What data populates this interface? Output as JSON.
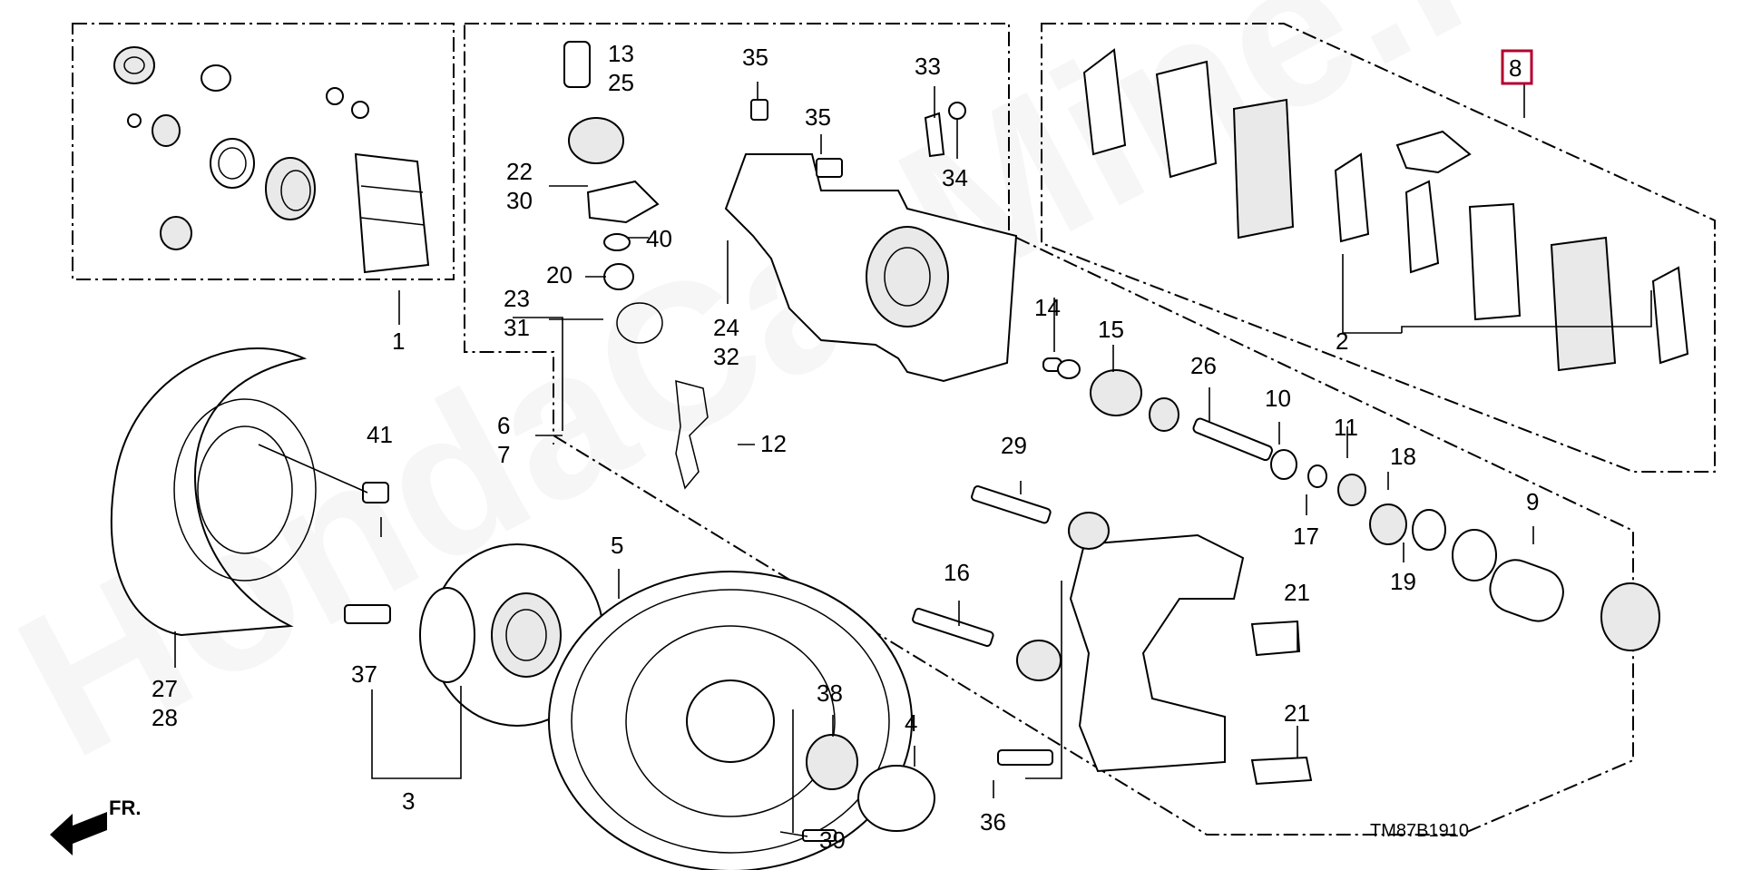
{
  "watermark": "HondaCarMine.ru",
  "diagram_code": "TM87B1910",
  "direction_label": "FR.",
  "highlighted_part": "8",
  "part_labels": {
    "p1": "1",
    "p2": "2",
    "p3": "3",
    "p4": "4",
    "p5": "5",
    "p6": "6",
    "p7": "7",
    "p8": "8",
    "p9": "9",
    "p10": "10",
    "p11": "11",
    "p12": "12",
    "p13": "13",
    "p14": "14",
    "p15": "15",
    "p16": "16",
    "p17": "17",
    "p18": "18",
    "p19": "19",
    "p20": "20",
    "p21a": "21",
    "p21b": "21",
    "p22": "22",
    "p23": "23",
    "p24": "24",
    "p25": "25",
    "p26": "26",
    "p27": "27",
    "p28": "28",
    "p29": "29",
    "p30": "30",
    "p31": "31",
    "p32": "32",
    "p33": "33",
    "p34": "34",
    "p35a": "35",
    "p35b": "35",
    "p36": "36",
    "p37": "37",
    "p38": "38",
    "p39": "39",
    "p40": "40",
    "p41": "41"
  },
  "colors": {
    "highlight_border": "#b3002d",
    "line": "#000000",
    "background": "#ffffff"
  }
}
